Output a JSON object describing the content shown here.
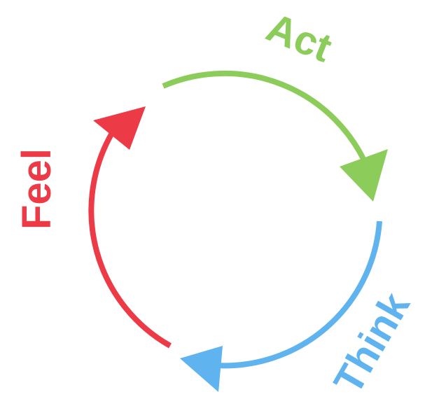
{
  "diagram": {
    "labels": {
      "act": "Act",
      "think": "Think",
      "feel": "Feel"
    },
    "colors": {
      "act": "#8ccc5a",
      "think": "#5fb3ef",
      "feel": "#ec3a46"
    }
  }
}
